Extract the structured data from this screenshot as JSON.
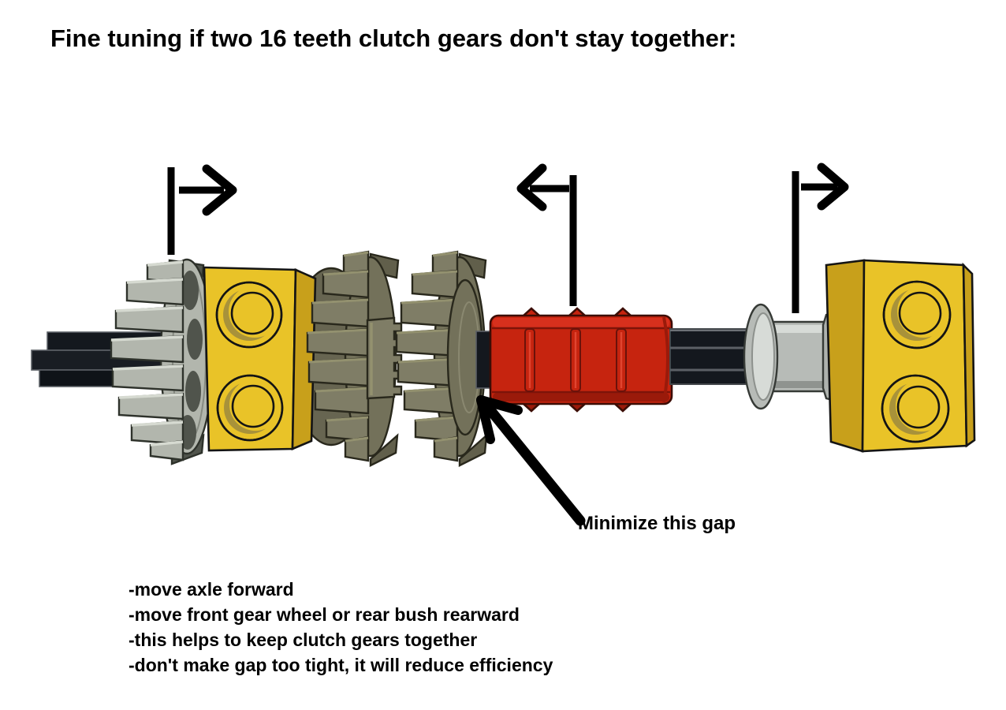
{
  "title": "Fine tuning if two 16 teeth clutch gears don't stay together:",
  "annotation": {
    "gap_label": "Minimize this gap"
  },
  "notes": [
    "-move axle forward",
    "-move front gear wheel or rear bush rearward",
    "-this helps to keep clutch gears together",
    "-don't make gap too tight, it will reduce efficiency"
  ],
  "icons": {
    "left_assembly_arrow": "up-then-right-arrow",
    "middle_assembly_arrow": "down-then-left-arrow",
    "right_assembly_arrow": "up-then-right-arrow",
    "gap_pointer": "diagonal-arrow-pointing-up-left"
  },
  "colors": {
    "background": "#ffffff",
    "text": "#000000",
    "gear_grey": "#b2b6ad",
    "gear_grey_light": "#d6dad1",
    "gear_grey_dark": "#50544c",
    "gear_olive": "#73715a",
    "gear_olive_light": "#7f7d66",
    "gear_olive_dark": "#615f4b",
    "gear_drum": "#676551",
    "brick_yellow": "#e9c328",
    "brick_yellow_shade": "#c8a01b",
    "ring_gold": "#a8923a",
    "axle_black": "#14181e",
    "axle_stripe": "#5c6066",
    "joiner_red": "#c6240f",
    "joiner_red_light": "#d7301d",
    "joiner_red_dark": "#9a1a0a",
    "bush_grey": "#b7bbb7",
    "bush_grey_light": "#d7dbd7",
    "bush_grey_shade": "#8f938f"
  }
}
